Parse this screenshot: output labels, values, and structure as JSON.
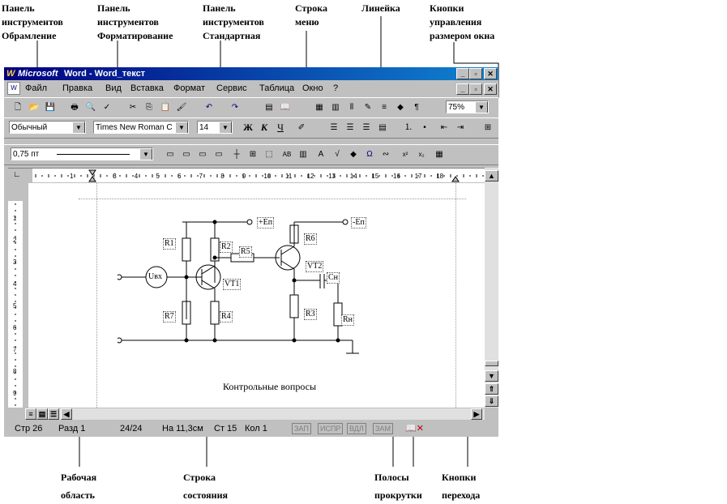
{
  "annotations": {
    "formatting_panel_obr": "Панель\nинструментов\nОбрамление",
    "formatting_panel_fmt": "Панель\nинструментов\nФорматирование",
    "standard_panel": "Панель\nинструментов\nСтандартная",
    "menu_bar": "Строка\nменю",
    "ruler": "Линейка",
    "size_buttons": "Кнопки\nуправления\nразмером окна",
    "work_area": "Рабочая\nобласть",
    "status_bar": "Строка\nсостояния",
    "scroll_bars": "Полосы\nпрокрутки",
    "nav_buttons": "Кнопки\nперехода"
  },
  "window": {
    "title_brand": "Microsoft",
    "title_rest": " Word - Word_текст"
  },
  "menu": [
    "Файл",
    "Правка",
    "Вид",
    "Вставка",
    "Формат",
    "Сервис",
    "Таблица",
    "Окно",
    "?"
  ],
  "toolbar_standard": {
    "zoom": "75%"
  },
  "toolbar_format": {
    "style": "Обычный",
    "font": "Times New Roman C",
    "size": "14",
    "bold": "Ж",
    "italic": "К",
    "underline": "Ч"
  },
  "toolbar_border": {
    "line_width": "0,75 пт"
  },
  "document": {
    "caption": "Контрольные вопросы",
    "labels": {
      "ep": "+Eп",
      "em": "-Eп",
      "r1": "R1",
      "r2": "R2",
      "r3": "R3",
      "r4": "R4",
      "r5": "R5",
      "r6": "R6",
      "r7": "R7",
      "rn": "Rн",
      "ubx": "Uвх",
      "vt1": "VT1",
      "vt2": "VT2",
      "cn": "Cн"
    }
  },
  "status": {
    "page": "Стр 26",
    "section": "Разд 1",
    "pages": "24/24",
    "position": "На 11,3см",
    "line": "Ст 15",
    "col": "Кол 1",
    "zap": "ЗАП",
    "ispr": "ИСПР",
    "vdl": "ВДЛ",
    "zam": "ЗАМ"
  }
}
